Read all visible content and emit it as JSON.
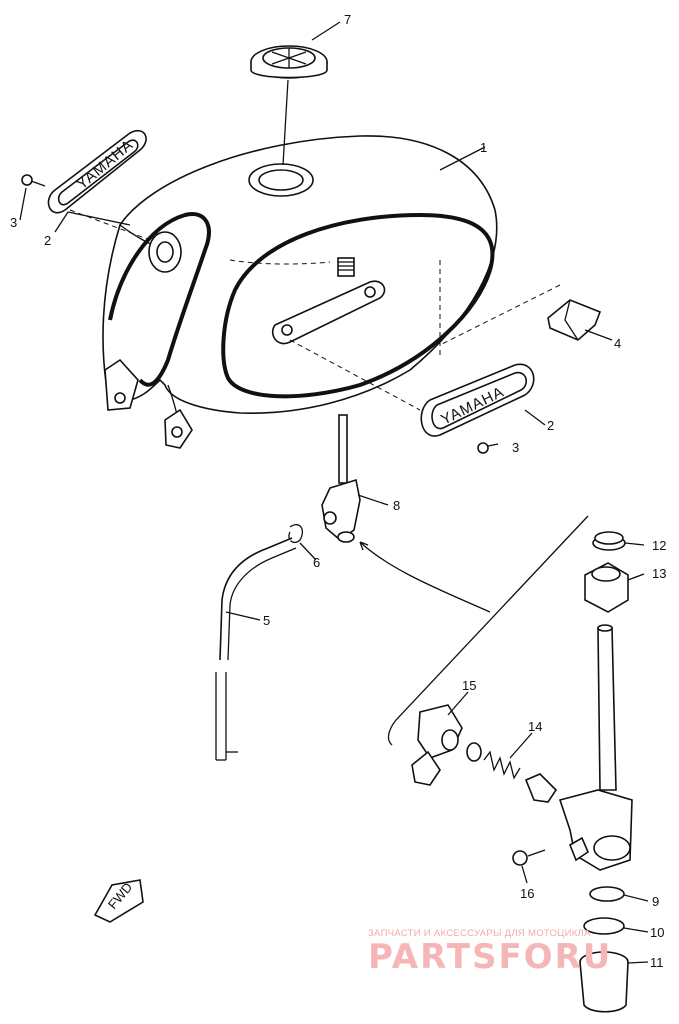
{
  "diagram": {
    "callouts": {
      "c1": "1",
      "c2a": "2",
      "c2b": "2",
      "c3a": "3",
      "c3b": "3",
      "c4": "4",
      "c5": "5",
      "c6": "6",
      "c7": "7",
      "c8": "8",
      "c9": "9",
      "c10": "10",
      "c11": "11",
      "c12": "12",
      "c13": "13",
      "c14": "14",
      "c15": "15",
      "c16": "16"
    },
    "emblem_right_text": "YAMAHA",
    "emblem_left_text": "YAMAHA",
    "fwd_label": "FWD"
  },
  "watermark": {
    "tagline": "ЗАПЧАСТИ И АКСЕССУАРЫ ДЛЯ МОТОЦИКЛА",
    "logo": "PARTSFORU"
  }
}
